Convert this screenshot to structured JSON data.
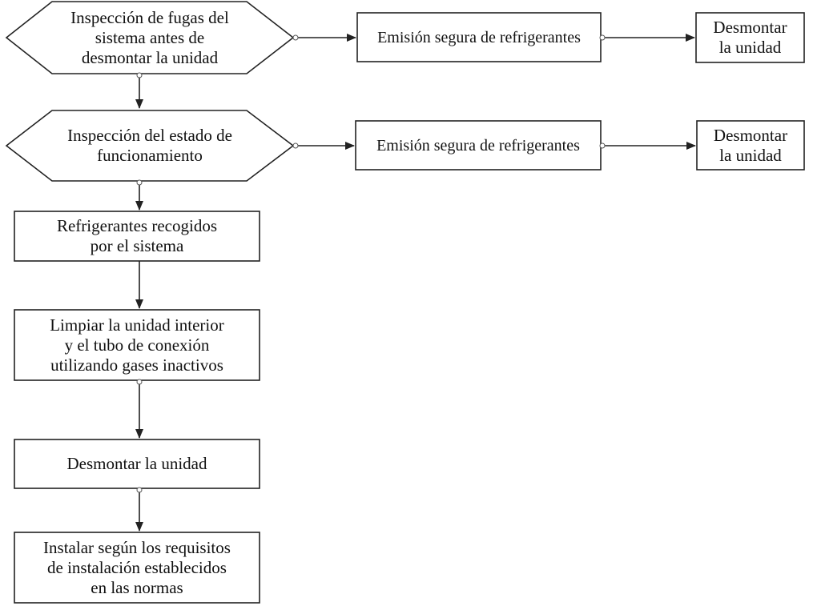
{
  "nodes": {
    "hex1": "Inspección de fugas del\nsistema antes de\ndesmontar la unidad",
    "emision1": "Emisión segura de refrigerantes",
    "desmontar1": "Desmontar\nla unidad",
    "hex2": "Inspección del estado de\nfuncionamiento",
    "emision2": "Emisión segura de refrigerantes",
    "desmontar2": "Desmontar\nla unidad",
    "recogidos": "Refrigerantes recogidos\npor el sistema",
    "limpiar": "Limpiar la unidad interior\ny el tubo de conexión\nutilizando gases inactivos",
    "desmontar3": "Desmontar la unidad",
    "instalar": "Instalar según los requisitos\nde instalación establecidos\nen las normas"
  },
  "colors": {
    "stroke": "#222222",
    "background": "#ffffff",
    "text": "#111111"
  }
}
